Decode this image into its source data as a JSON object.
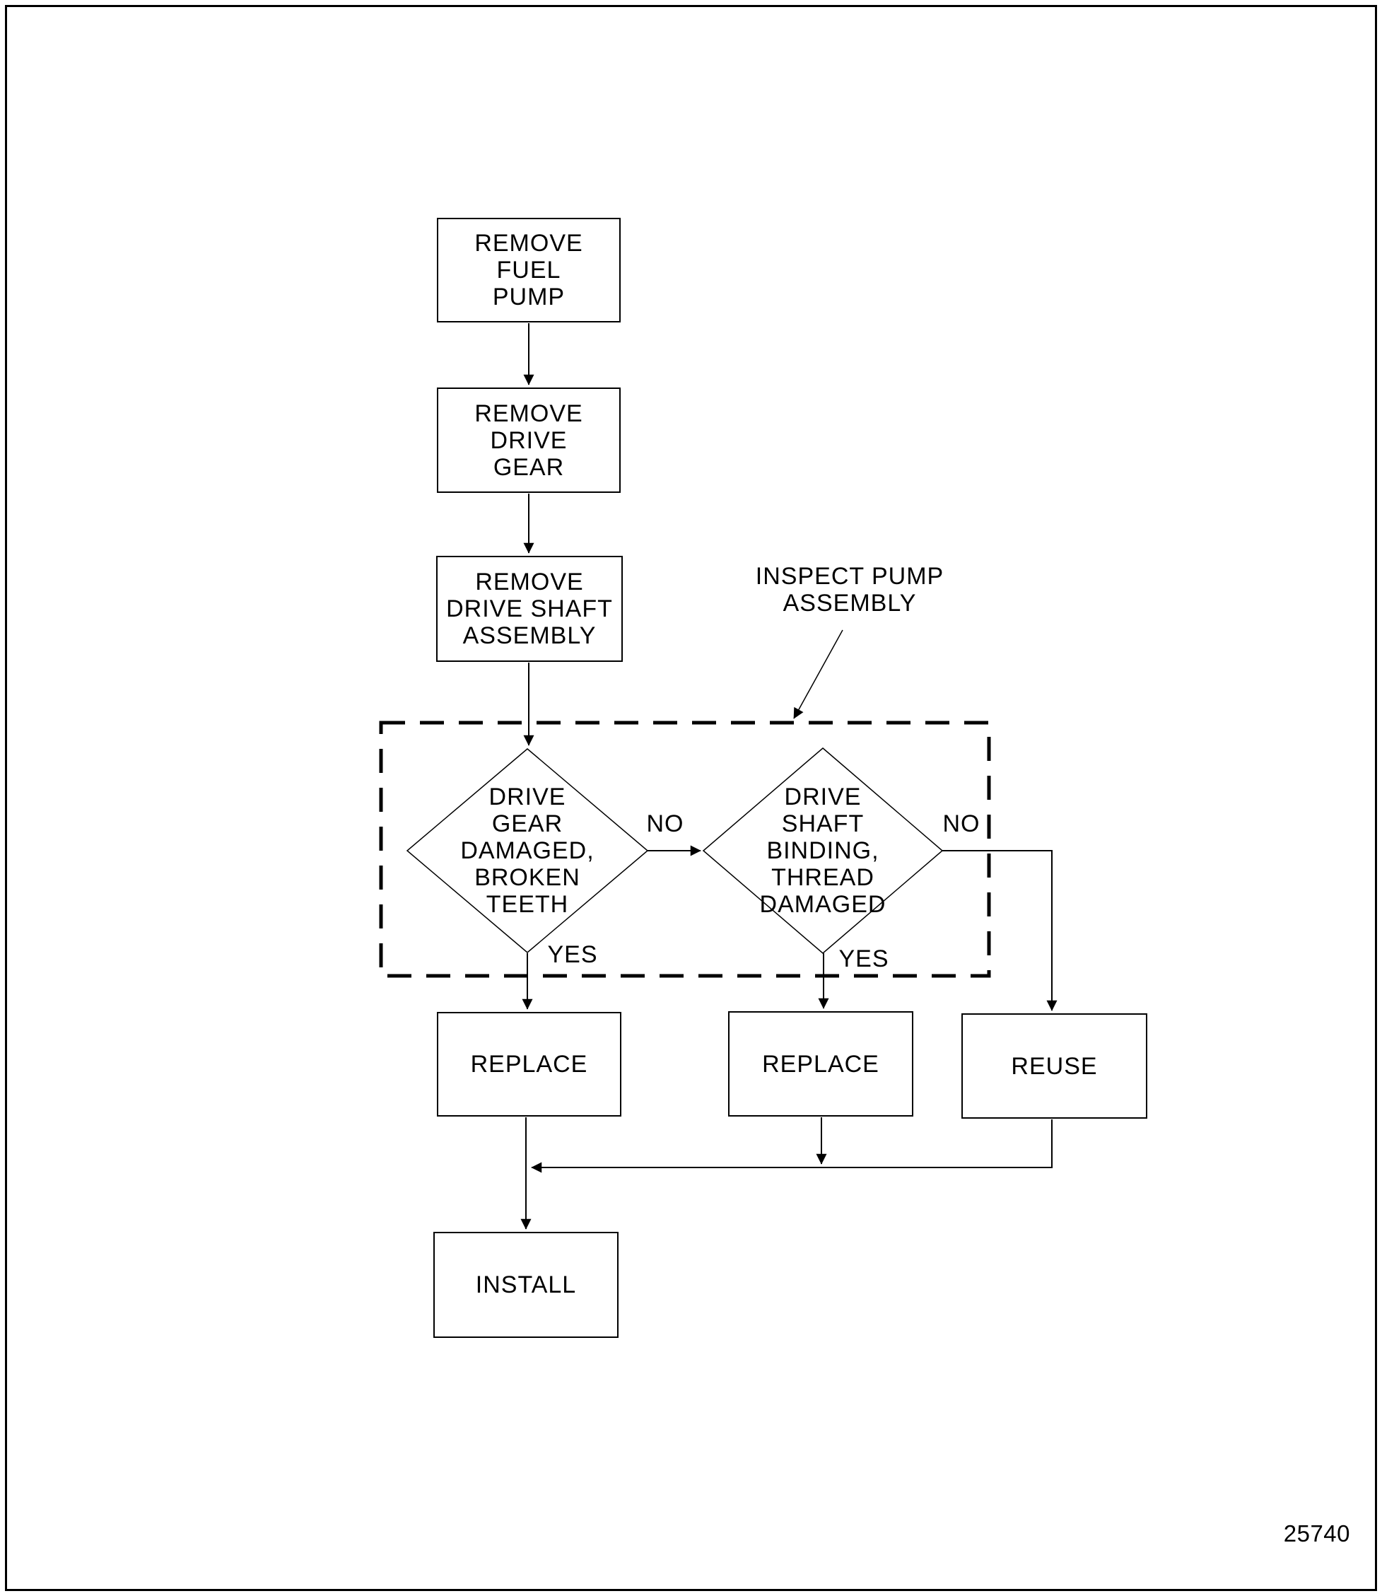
{
  "figure_number": "25740",
  "colors": {
    "ink": "#000000",
    "paper": "#ffffff"
  },
  "flowchart": {
    "process_boxes": {
      "remove_fuel_pump": {
        "lines": [
          "REMOVE",
          "FUEL",
          "PUMP"
        ]
      },
      "remove_drive_gear": {
        "lines": [
          "REMOVE",
          "DRIVE",
          "GEAR"
        ]
      },
      "remove_drive_shaft_assembly": {
        "lines": [
          "REMOVE",
          "DRIVE SHAFT",
          "ASSEMBLY"
        ]
      },
      "replace_gear": {
        "label": "REPLACE"
      },
      "replace_shaft": {
        "label": "REPLACE"
      },
      "reuse": {
        "label": "REUSE"
      },
      "install": {
        "label": "INSTALL"
      }
    },
    "decisions": {
      "drive_gear_damaged": {
        "lines": [
          "DRIVE",
          "GEAR",
          "DAMAGED,",
          "BROKEN",
          "TEETH"
        ]
      },
      "drive_shaft_binding": {
        "lines": [
          "DRIVE",
          "SHAFT",
          "BINDING,",
          "THREAD",
          "DAMAGED"
        ]
      }
    },
    "annotations": {
      "inspect_pump_assembly": {
        "lines": [
          "INSPECT PUMP",
          "ASSEMBLY"
        ]
      }
    },
    "edge_labels": {
      "gear_no": "NO",
      "gear_yes": "YES",
      "shaft_no": "NO",
      "shaft_yes": "YES"
    }
  }
}
